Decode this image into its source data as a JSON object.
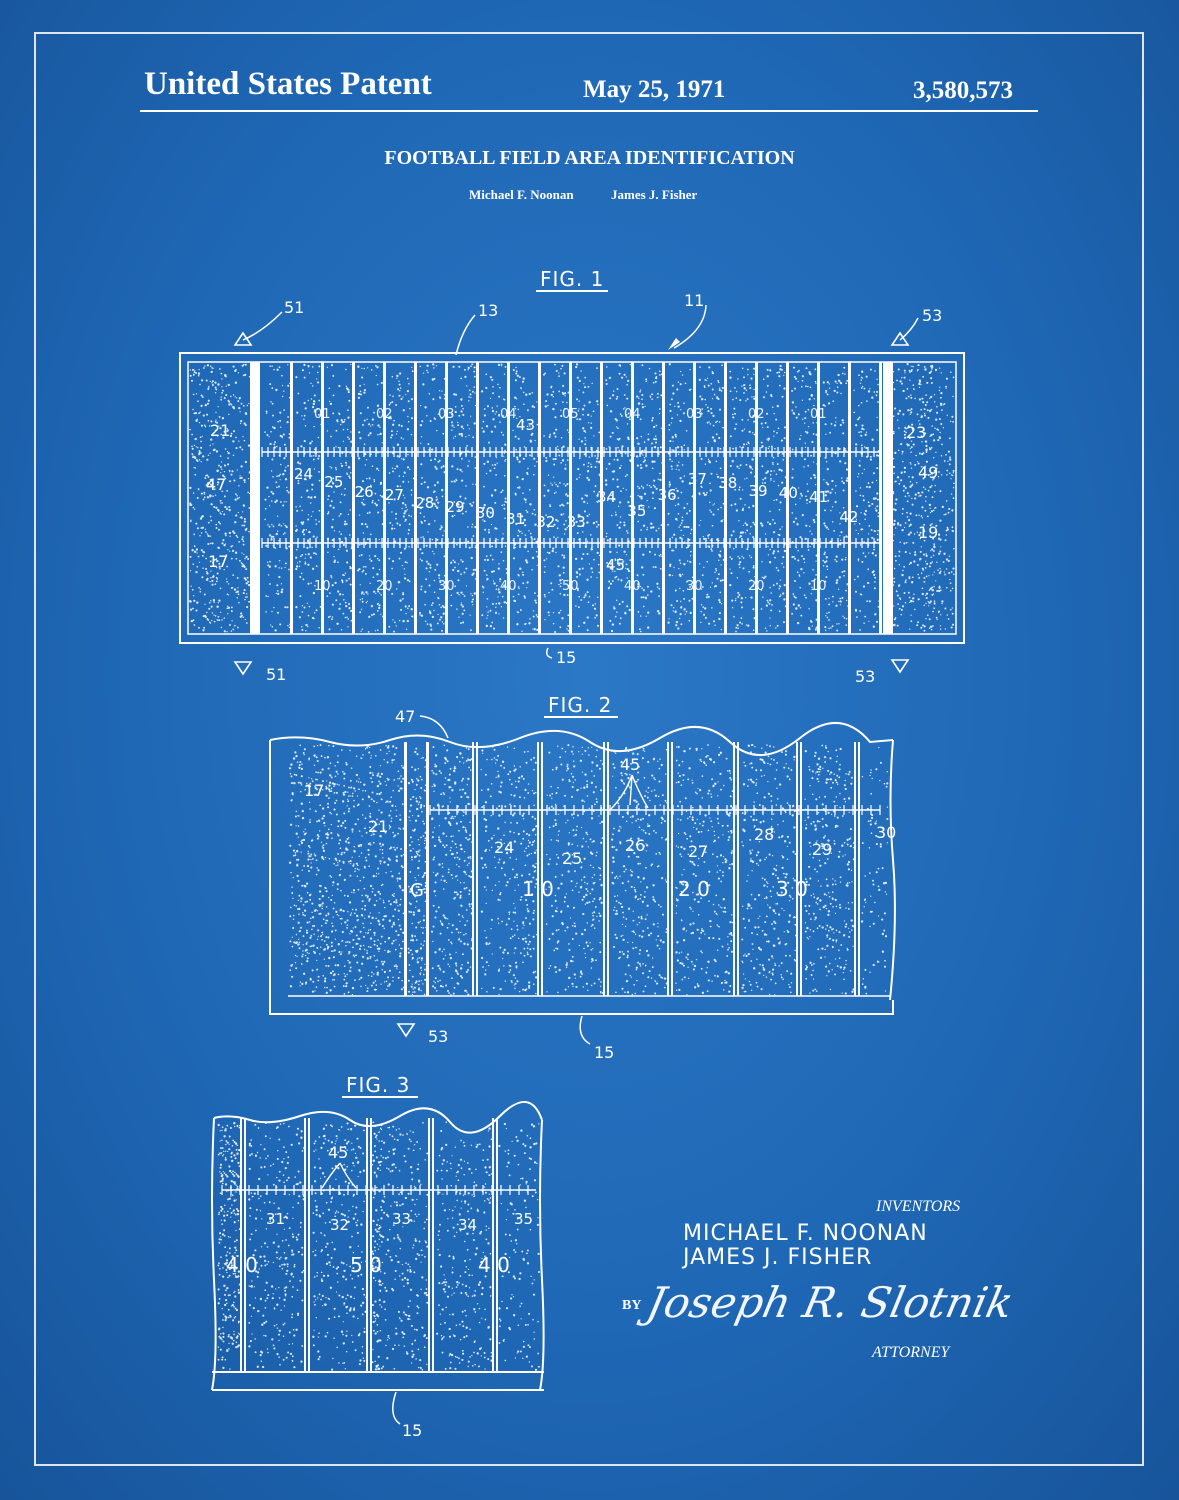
{
  "header": {
    "left": "United States Patent",
    "date": "May 25, 1971",
    "number": "3,580,573"
  },
  "title": "FOOTBALL FIELD AREA IDENTIFICATION",
  "authors": [
    "Michael F. Noonan",
    "James J. Fisher"
  ],
  "figures": {
    "fig1": {
      "caption": "FIG. 1",
      "refs": [
        "51",
        "13",
        "11",
        "53",
        "21",
        "47",
        "17",
        "23",
        "49",
        "19",
        "24",
        "25",
        "26",
        "27",
        "28",
        "29",
        "30",
        "31",
        "32",
        "33",
        "34",
        "35",
        "36",
        "37",
        "38",
        "39",
        "40",
        "41",
        "42",
        "43",
        "45",
        "51",
        "15",
        "53"
      ],
      "yard_top": [
        "01",
        "02",
        "03",
        "04",
        "05",
        "04",
        "03",
        "02",
        "01"
      ],
      "yard_bottom": [
        "10",
        "20",
        "30",
        "40",
        "50",
        "40",
        "30",
        "20",
        "10"
      ]
    },
    "fig2": {
      "caption": "FIG. 2",
      "refs": [
        "47",
        "17",
        "21",
        "45",
        "24",
        "25",
        "26",
        "27",
        "28",
        "29",
        "30",
        "53",
        "15"
      ],
      "yard": [
        "G",
        "1 0",
        "2 0",
        "3 0"
      ]
    },
    "fig3": {
      "caption": "FIG. 3",
      "refs": [
        "45",
        "31",
        "32",
        "33",
        "34",
        "35",
        "15"
      ],
      "yard": [
        "4 0",
        "5 0",
        "4 0"
      ]
    }
  },
  "signature": {
    "inventors_label": "INVENTORS",
    "inventor1": "MICHAEL F. NOONAN",
    "inventor2": "JAMES J. FISHER",
    "by": "BY",
    "attorney_signature": "Joseph R. Slotnik",
    "attorney_label": "ATTORNEY"
  },
  "colors": {
    "background": "#1f68b6",
    "ink": "#ffffff"
  }
}
